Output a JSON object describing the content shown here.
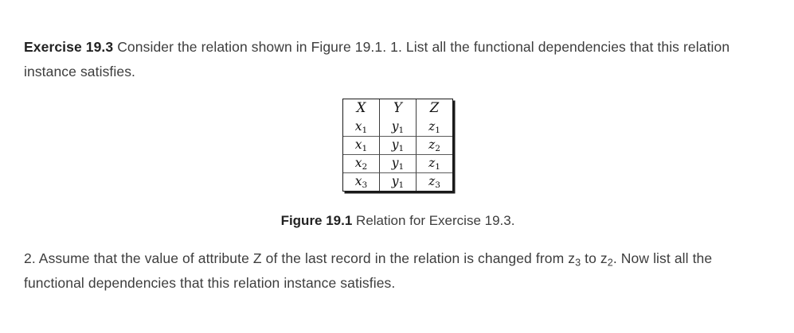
{
  "exercise": {
    "lead": "Exercise 19.3",
    "body": " Consider the relation shown in Figure 19.1. 1. List all the functional dependencies that this relation instance satisfies."
  },
  "figure": {
    "caption_label": "Figure 19.1",
    "caption_text": " Relation for Exercise 19.3.",
    "table": {
      "headers": [
        "X",
        "Y",
        "Z"
      ],
      "rows": [
        [
          {
            "base": "x",
            "sub": "1"
          },
          {
            "base": "y",
            "sub": "1"
          },
          {
            "base": "z",
            "sub": "1"
          }
        ],
        [
          {
            "base": "x",
            "sub": "1"
          },
          {
            "base": "y",
            "sub": "1"
          },
          {
            "base": "z",
            "sub": "2"
          }
        ],
        [
          {
            "base": "x",
            "sub": "2"
          },
          {
            "base": "y",
            "sub": "1"
          },
          {
            "base": "z",
            "sub": "1"
          }
        ],
        [
          {
            "base": "x",
            "sub": "3"
          },
          {
            "base": "y",
            "sub": "1"
          },
          {
            "base": "z",
            "sub": "3"
          }
        ]
      ]
    }
  },
  "question2": {
    "part_a": "2. Assume that the value of attribute Z of the last record in the relation is changed from z",
    "sub_from": "3",
    "part_b": " to z",
    "sub_to": "2",
    "part_c": ". Now list all the functional dependencies that this relation instance satisfies."
  },
  "colors": {
    "text": "#3d3d3d",
    "heading": "#222222",
    "rule": "#1a1a1a",
    "background": "#ffffff"
  }
}
